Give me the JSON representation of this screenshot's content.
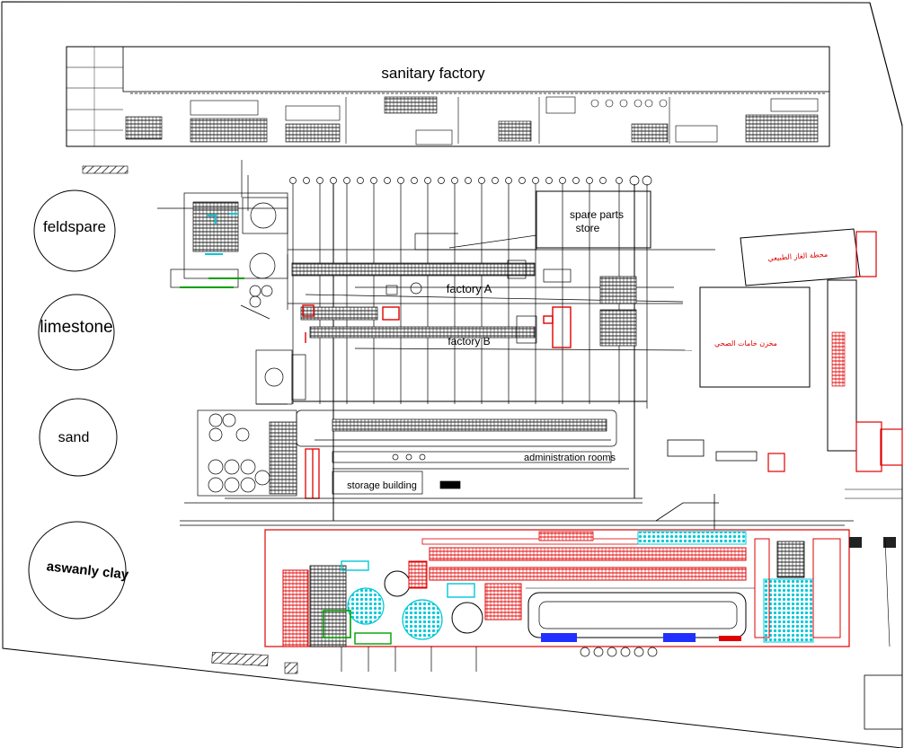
{
  "labels": {
    "sanitary_factory": "sanitary factory",
    "feldspare": "feldspare",
    "limestone": "limestone",
    "sand": "sand",
    "aswanly_clay": "aswanly clay",
    "spare_parts_store_line1": "spare parts",
    "spare_parts_store_line2": "store",
    "factory_a": "factory  A",
    "factory_b": "factory B",
    "administration_rooms": "administration rooms",
    "storage_building": "storage building",
    "arabic_station": "محطة الغاز الطبيعي",
    "arabic_store": "مخزن خامات الصحي"
  },
  "colors": {
    "line": "#000000",
    "red": "#e00000",
    "cyan": "#00c8d8",
    "green": "#00a000",
    "blue": "#2030ff",
    "magenta": "#d000d0",
    "hatch": "#555555"
  }
}
